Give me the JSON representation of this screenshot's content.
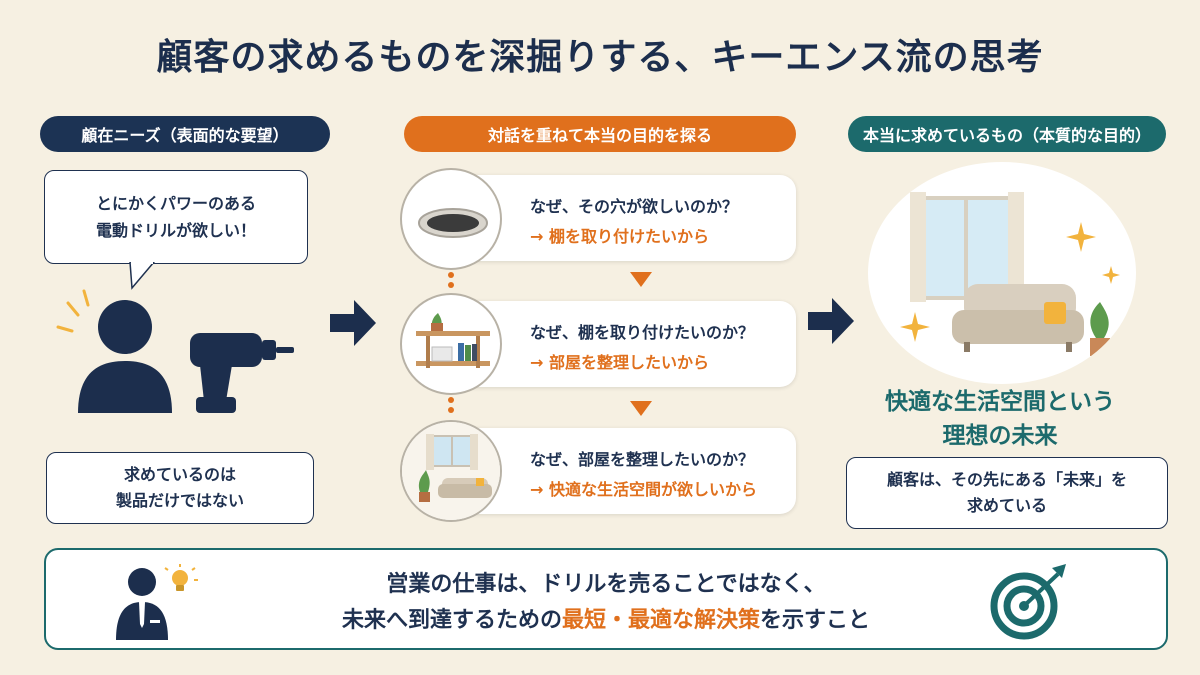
{
  "title": "顧客の求めるものを深掘りする、キーエンス流の思考",
  "left": {
    "header": "顧在ニーズ（表面的な要望）",
    "speech_line1": "とにかくパワーのある",
    "speech_line2": "電動ドリルが欲しい！",
    "note_line1": "求めているのは",
    "note_line2": "製品だけではない"
  },
  "middle": {
    "header": "対話を重ねて本当の目的を探る",
    "steps": [
      {
        "question": "なぜ、その穴が欲しいのか？",
        "answer": "→ 棚を取り付けたいから"
      },
      {
        "question": "なぜ、棚を取り付けたいのか？",
        "answer": "→ 部屋を整理したいから"
      },
      {
        "question": "なぜ、部屋を整理したいのか？",
        "answer": "→ 快適な生活空間が欲しいから"
      }
    ]
  },
  "right": {
    "header": "本当に求めているもの（本質的な目的）",
    "future_line1": "快適な生活空間という",
    "future_line2": "理想の未来",
    "note_line1": "顧客は、その先にある「未来」を",
    "note_line2": "求めている"
  },
  "bottom": {
    "line1": "営業の仕事は、ドリルを売ることではなく、",
    "line2_prefix": "未来へ到達するための",
    "line2_highlight": "最短・最適な解決策",
    "line2_suffix": "を示すこと"
  },
  "colors": {
    "navy": "#1c3354",
    "orange": "#e0701d",
    "teal": "#1c6a6c",
    "background": "#f6f0e2"
  }
}
